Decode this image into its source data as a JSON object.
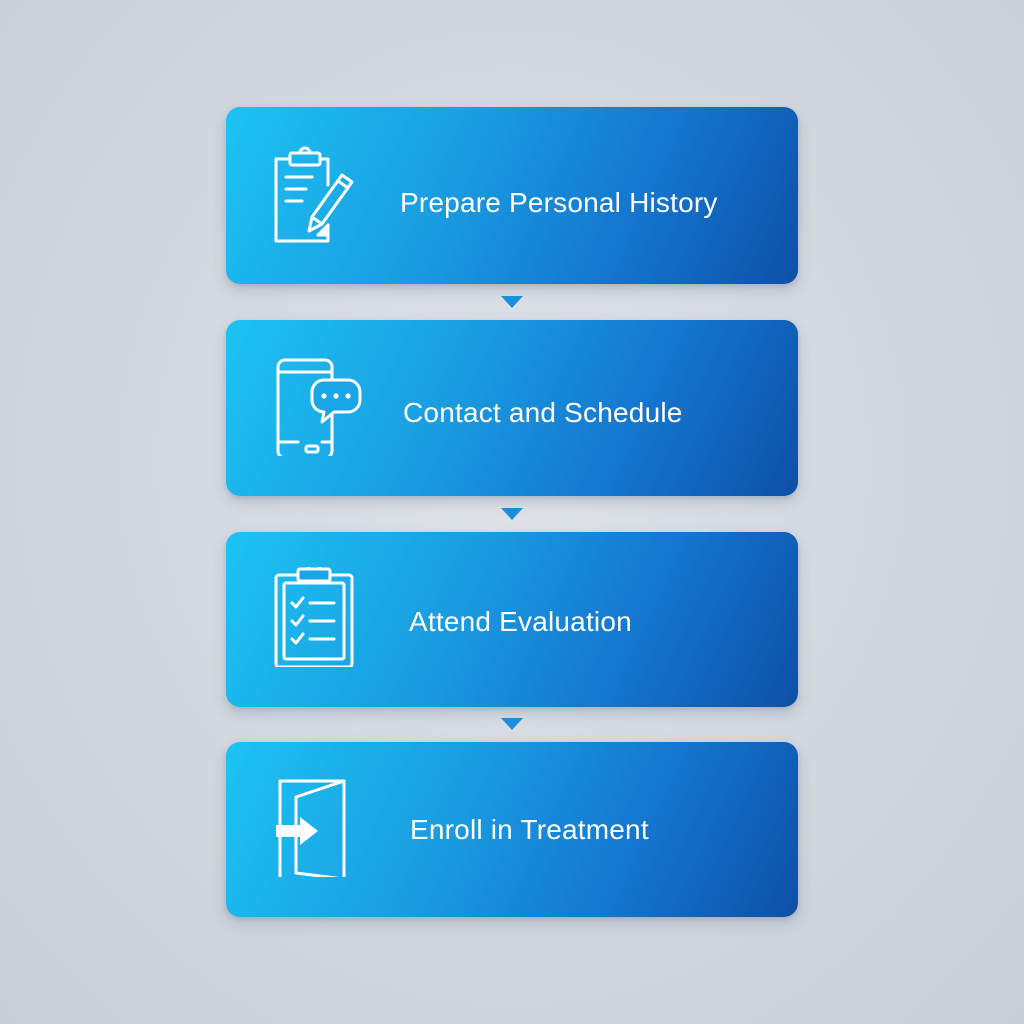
{
  "steps": [
    {
      "label": "Prepare Personal History",
      "icon": "clipboard-pencil-icon"
    },
    {
      "label": "Contact and Schedule",
      "icon": "phone-chat-icon"
    },
    {
      "label": "Attend Evaluation",
      "icon": "checklist-icon"
    },
    {
      "label": "Enroll in Treatment",
      "icon": "door-enter-icon"
    }
  ],
  "colors": {
    "card_gradient_start": "#1cc3f3",
    "card_gradient_end": "#0d50a6",
    "connector": "#1a8fdc",
    "background": "#d2d7de",
    "text": "#ffffff"
  }
}
